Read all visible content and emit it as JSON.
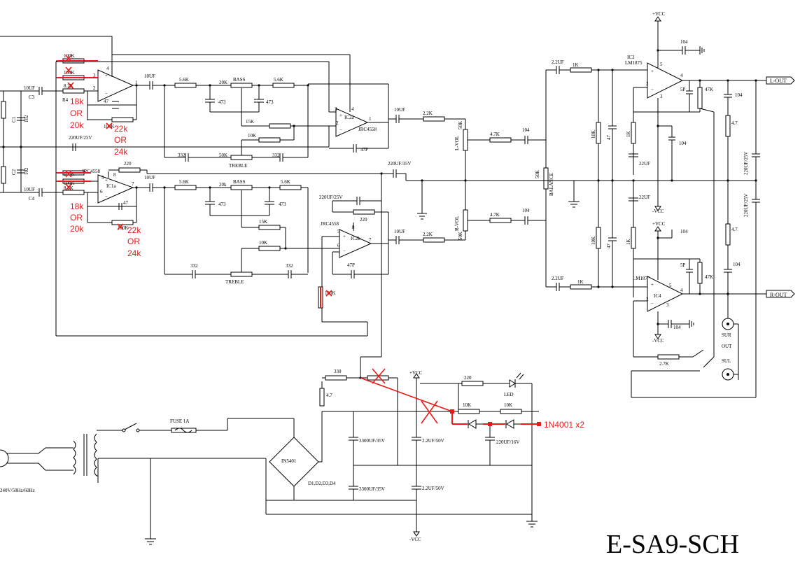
{
  "title": "E-SA9-SCH",
  "ic_labels": {
    "ic1a": "IC1a",
    "ic2a": "IC2a",
    "ic2b": "IC2b",
    "ic3": "IC3",
    "ic4": "IC4",
    "lm1875_top": "LM1875",
    "lm1875_bot": "LM1875",
    "jrc_1a": "JRC4558",
    "jrc_2a": "JRC4558",
    "jrc_2b": "JRC4558"
  },
  "pins": {
    "p3": "3",
    "p4": "4",
    "p2": "2",
    "p1": "1",
    "p5": "5",
    "p8": "8",
    "p6": "6",
    "p7": "7"
  },
  "resistors": {
    "r100k_a": "100K",
    "r100k_b": "100K",
    "r82k_a": "8.2K",
    "r4": "R4",
    "r100k_c": "100K",
    "r100k_d": "100K",
    "r82k_b": "8.2K",
    "r56k_a": "5.6K",
    "r20k_a": "20K",
    "r56k_b": "5.6K",
    "r15k_a": "15K",
    "r10k_a": "10K",
    "r50k_t": "50K",
    "r56k_c": "5.6K",
    "r20k_b": "20k",
    "r56k_d": "5.6K",
    "r15k_b": "15K",
    "r10k_b": "10K",
    "r220_a": "220",
    "r22k_a": "2.2K",
    "r22k_b": "2.2K",
    "r47k_a": "4.7K",
    "r47k_b": "4.7K",
    "r1k_a": "1K",
    "r1k_b": "1K",
    "r10k_c": "10K",
    "r10k_d": "10K",
    "r1k_c": "1K",
    "r1k_d": "1K",
    "r47k_c": "47K",
    "r47k_d": "47K",
    "r47_a": "4.7",
    "r47_b": "4.7",
    "r27k": "2.7K",
    "r330": "330",
    "r47_c": "4.7",
    "r220_b": "220",
    "r10k_e": "10K",
    "r10k_f": "10K",
    "r220_c": "220",
    "r100k_e": "100K",
    "bass": "BASS",
    "treble": "TREBLE",
    "bass2": "BASS",
    "treble2": "TREBLE",
    "lvol": "L-VOL",
    "rvol": "R-VOL",
    "vol50k_a": "50K",
    "vol50k_b": "50K",
    "balance": "BALANCE",
    "bal50k": "50K"
  },
  "capacitors": {
    "c10uf_a": "10UF",
    "c3": "C3",
    "c1": "C1",
    "c1v": "102",
    "c2": "C2",
    "c2v": "102",
    "c10uf_b": "10UF",
    "c4": "C4",
    "c47_a": "47",
    "c47_b": "47",
    "c10uf_c": "10UF",
    "c10uf_d": "10UF",
    "c473_a": "473",
    "c473_b": "473",
    "c473_c": "473",
    "c473_d": "473",
    "c332_a": "332",
    "c332_b": "332",
    "c332_c": "332",
    "c332_d": "332",
    "c220uf_a": "220UF/25V",
    "c220uf_b": "220UF/35V",
    "c220uf_c": "220UF/25V",
    "c10uf_e": "10UF",
    "c10uf_f": "10UF",
    "c47p_a": "47P",
    "c47p_b": "47P",
    "c104_a": "104",
    "c104_b": "104",
    "c22uf_a": "2.2UF",
    "c22uf_b": "2.2UF",
    "c104_c": "104",
    "c104_d": "104",
    "c104_e": "104",
    "c104_f": "104",
    "c104_g": "104",
    "c104_h": "104",
    "c47_c": "47",
    "c47_d": "47",
    "c22uf_c": "22UF",
    "c22uf_d": "22UF",
    "c5p_a": "5P",
    "c5p_b": "5P",
    "c220uf_d": "220UF/25V",
    "c220uf_e": "220UF/25V",
    "c3300_a": "3300UF/35V",
    "c3300_b": "3300UF/35V",
    "c22uf50_a": "2.2UF/50V",
    "c22uf50_b": "2.2UF/50V",
    "c220uf16": "220UF/16V"
  },
  "rails": {
    "vcc_top": "+VCC",
    "vcc_mid": "+VCC",
    "vcc_psu": "+VCC",
    "nvcc_a": "-VCC",
    "nvcc_b": "-VCC",
    "nvcc_psu": "-VCC"
  },
  "io": {
    "lout": "L-OUT",
    "rout": "R-OUT",
    "sur": "SUR",
    "out": "OUT",
    "sul": "SUL",
    "fuse": "FUSE  1A",
    "mains": "240V/50Hz/60Hz",
    "bridge": "IN5401",
    "diodes": "D1,D2,D3,D4",
    "led": "LED"
  },
  "annotations": {
    "alt_a": [
      "18k",
      "OR",
      "20k"
    ],
    "alt_b": [
      "22k",
      "OR",
      "24k"
    ],
    "alt_c": [
      "18k",
      "OR",
      "20k"
    ],
    "alt_d": [
      "22k",
      "OR",
      "24k"
    ],
    "diode_note": "1N4001 x2"
  }
}
